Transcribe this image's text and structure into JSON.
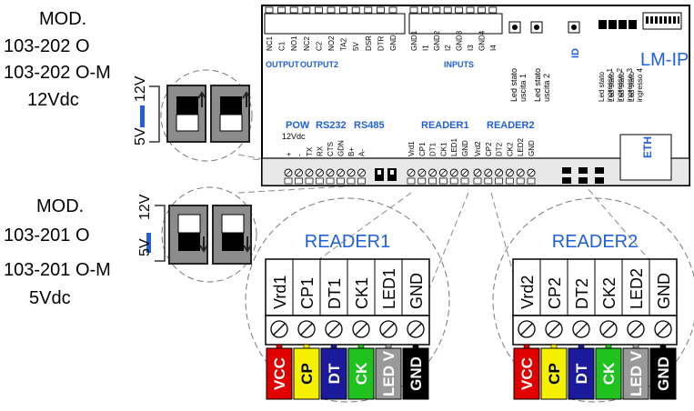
{
  "models": {
    "top": {
      "line1": "MOD.",
      "line2": "103-202 O",
      "line3": "103-202 O-M",
      "voltage": "12Vdc"
    },
    "bottom": {
      "line1": "MOD.",
      "line2": "103-201 O",
      "line3": "103-201 O-M",
      "voltage": "5Vdc"
    }
  },
  "switch_labels": {
    "v12": "12V",
    "v5": "5V"
  },
  "board": {
    "top_terminals": [
      "NC1",
      "C1",
      "NO1",
      "NC2",
      "C2",
      "NO2",
      "TA2",
      "5V",
      "DSR",
      "DTR",
      "GND",
      "GND1",
      "I1",
      "GND2",
      "I2",
      "GND3",
      "I3",
      "GND4",
      "I4"
    ],
    "group_labels": {
      "output": "OUTPUT",
      "output2": "OUTPUT2",
      "inputs": "INPUTS"
    },
    "led_labels": [
      "Led stato\nuscita 1",
      "Led stato\nuscita 2"
    ],
    "led_stato_ingresso": [
      "Led stato\ningresso 1",
      "Led stato\ningresso 2",
      "Led stato\ningresso 3",
      "Led stato\ningresso 4"
    ],
    "id_label": "ID",
    "model_name": "LM-IP",
    "eth_label": "ETH",
    "section_labels": {
      "pow": "POW",
      "rs232": "RS232",
      "rs485": "RS485",
      "reader1": "READER1",
      "reader2": "READER2",
      "vdc": "12Vdc"
    },
    "bottom_terminals_left": [
      "+",
      "-",
      "TX",
      "RX",
      "CTS",
      "GDN",
      "B+",
      "A-"
    ],
    "bottom_terminals_reader1": [
      "Vrd1",
      "CP1",
      "DT1",
      "CK1",
      "LED1",
      "GND"
    ],
    "bottom_terminals_reader2": [
      "Vrd2",
      "CP2",
      "DT2",
      "CK2",
      "LED2",
      "GND"
    ]
  },
  "reader1": {
    "title": "READER1",
    "terminals": [
      "Vrd1",
      "CP1",
      "DT1",
      "CK1",
      "LED1",
      "GND"
    ],
    "wires": [
      {
        "label": "VCC",
        "color": "#e00000",
        "text": "#ffffff"
      },
      {
        "label": "CP",
        "color": "#f5f000",
        "text": "#000000"
      },
      {
        "label": "DT",
        "color": "#1a1a9a",
        "text": "#ffffff"
      },
      {
        "label": "CK",
        "color": "#1fc21f",
        "text": "#ffffff"
      },
      {
        "label": "LED V",
        "color": "#9a9a9a",
        "text": "#ffffff"
      },
      {
        "label": "GND",
        "color": "#000000",
        "text": "#ffffff"
      }
    ]
  },
  "reader2": {
    "title": "READER2",
    "terminals": [
      "Vrd2",
      "CP2",
      "DT2",
      "CK2",
      "LED2",
      "GND"
    ],
    "wires": [
      {
        "label": "VCC",
        "color": "#e00000",
        "text": "#ffffff"
      },
      {
        "label": "CP",
        "color": "#f5f000",
        "text": "#000000"
      },
      {
        "label": "DT",
        "color": "#1a1a9a",
        "text": "#ffffff"
      },
      {
        "label": "CK",
        "color": "#1fc21f",
        "text": "#ffffff"
      },
      {
        "label": "LED V",
        "color": "#9a9a9a",
        "text": "#ffffff"
      },
      {
        "label": "GND",
        "color": "#000000",
        "text": "#ffffff"
      }
    ]
  },
  "colors": {
    "accent_blue": "#1f5fe0",
    "switch_gray": "#8c8c8c"
  }
}
